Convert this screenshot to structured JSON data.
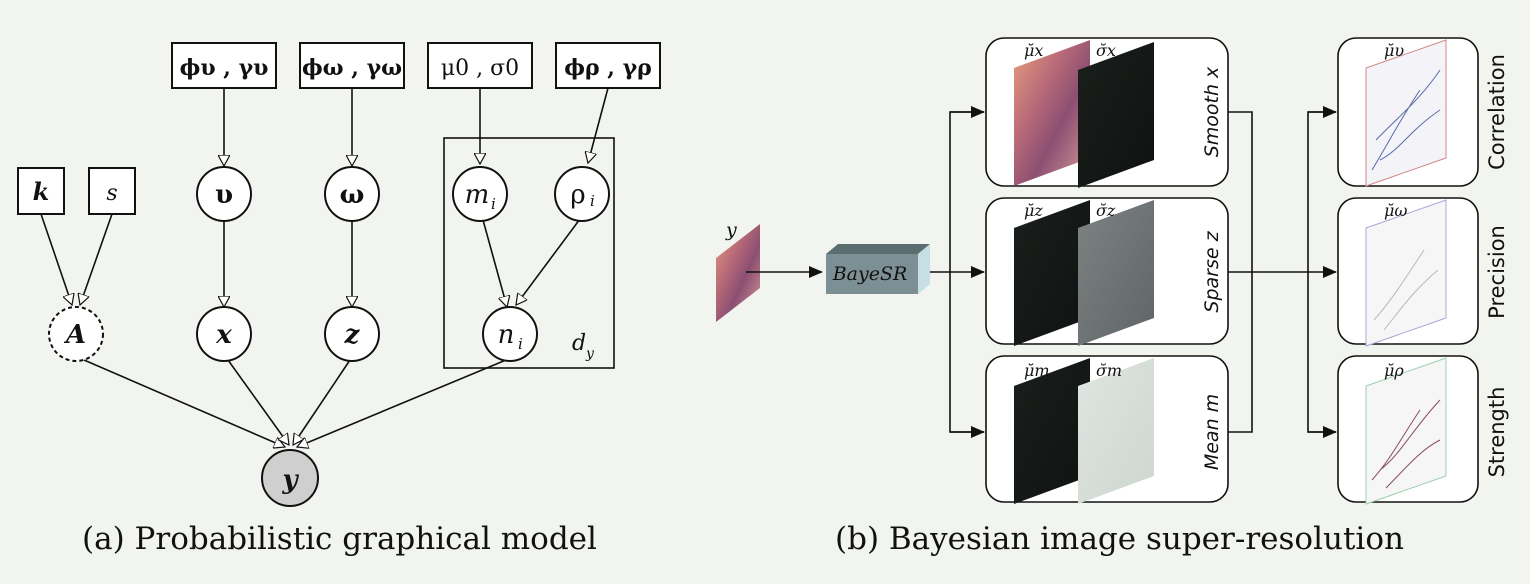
{
  "panel_a": {
    "caption": "(a) Probabilistic graphical model",
    "hyper_boxes": [
      "ϕυ , γυ",
      "ϕω , γω",
      "μ0 , σ0",
      "ϕρ , γρ"
    ],
    "input_boxes": [
      "k",
      "s"
    ],
    "nodes": {
      "A": "A",
      "upsilon": "υ",
      "omega": "ω",
      "m": "m",
      "m_sub": "i",
      "rho": "ρ",
      "rho_sub": "i",
      "x": "x",
      "z": "z",
      "n": "n",
      "n_sub": "i",
      "y": "y"
    },
    "plate_label": "d",
    "plate_label_sub": "y"
  },
  "panel_b": {
    "caption": "(b) Bayesian image super-resolution",
    "input_label": "y",
    "process_label": "BayeSR",
    "middle_rows": [
      {
        "label": "Smooth x",
        "mu_label": "μ̆x",
        "sigma_label": "σ̆x"
      },
      {
        "label": "Sparse z",
        "mu_label": "μ̆z",
        "sigma_label": "σ̆z"
      },
      {
        "label": "Mean m",
        "mu_label": "μ̆m",
        "sigma_label": "σ̆m"
      }
    ],
    "output_rows": [
      {
        "label": "Correlation",
        "mu_label": "μ̆υ"
      },
      {
        "label": "Precision",
        "mu_label": "μ̆ω"
      },
      {
        "label": "Strength",
        "mu_label": "μ̆ρ"
      }
    ]
  },
  "colors": {
    "background": "#f2f5ef",
    "observed_node": "#cfcfcf",
    "bayesr_block": "#7c8f94",
    "bayesr_side": "#c5dfe4"
  }
}
